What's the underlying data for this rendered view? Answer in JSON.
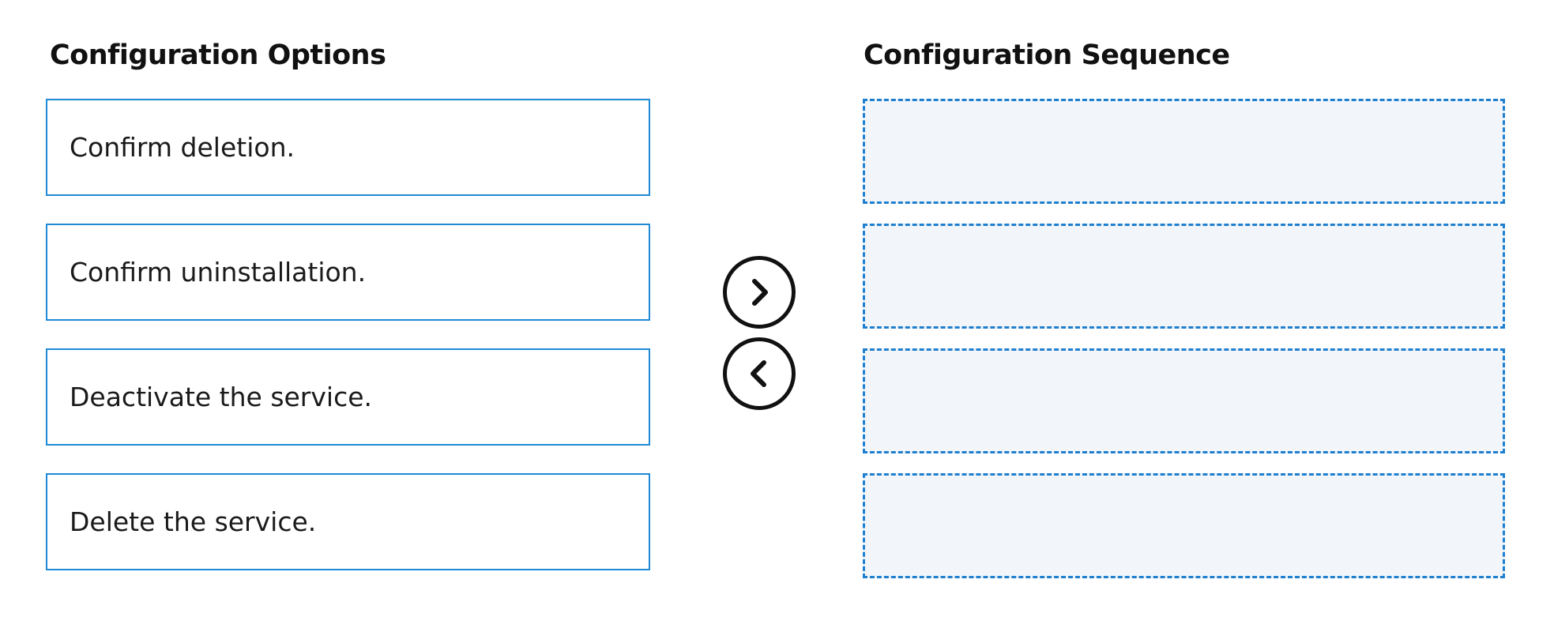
{
  "options": {
    "heading": "Configuration Options",
    "items": [
      {
        "label": "Confirm deletion."
      },
      {
        "label": "Confirm uninstallation."
      },
      {
        "label": "Deactivate the service."
      },
      {
        "label": "Delete the service."
      }
    ]
  },
  "controls": {
    "move_right_icon": "chevron-right-icon",
    "move_left_icon": "chevron-left-icon"
  },
  "sequence": {
    "heading": "Configuration Sequence",
    "slot_count": 4
  },
  "colors": {
    "option_border": "#1f8ad6",
    "slot_border": "#1f7fcf",
    "slot_fill": "#f2f6fb",
    "icon_stroke": "#111111"
  }
}
